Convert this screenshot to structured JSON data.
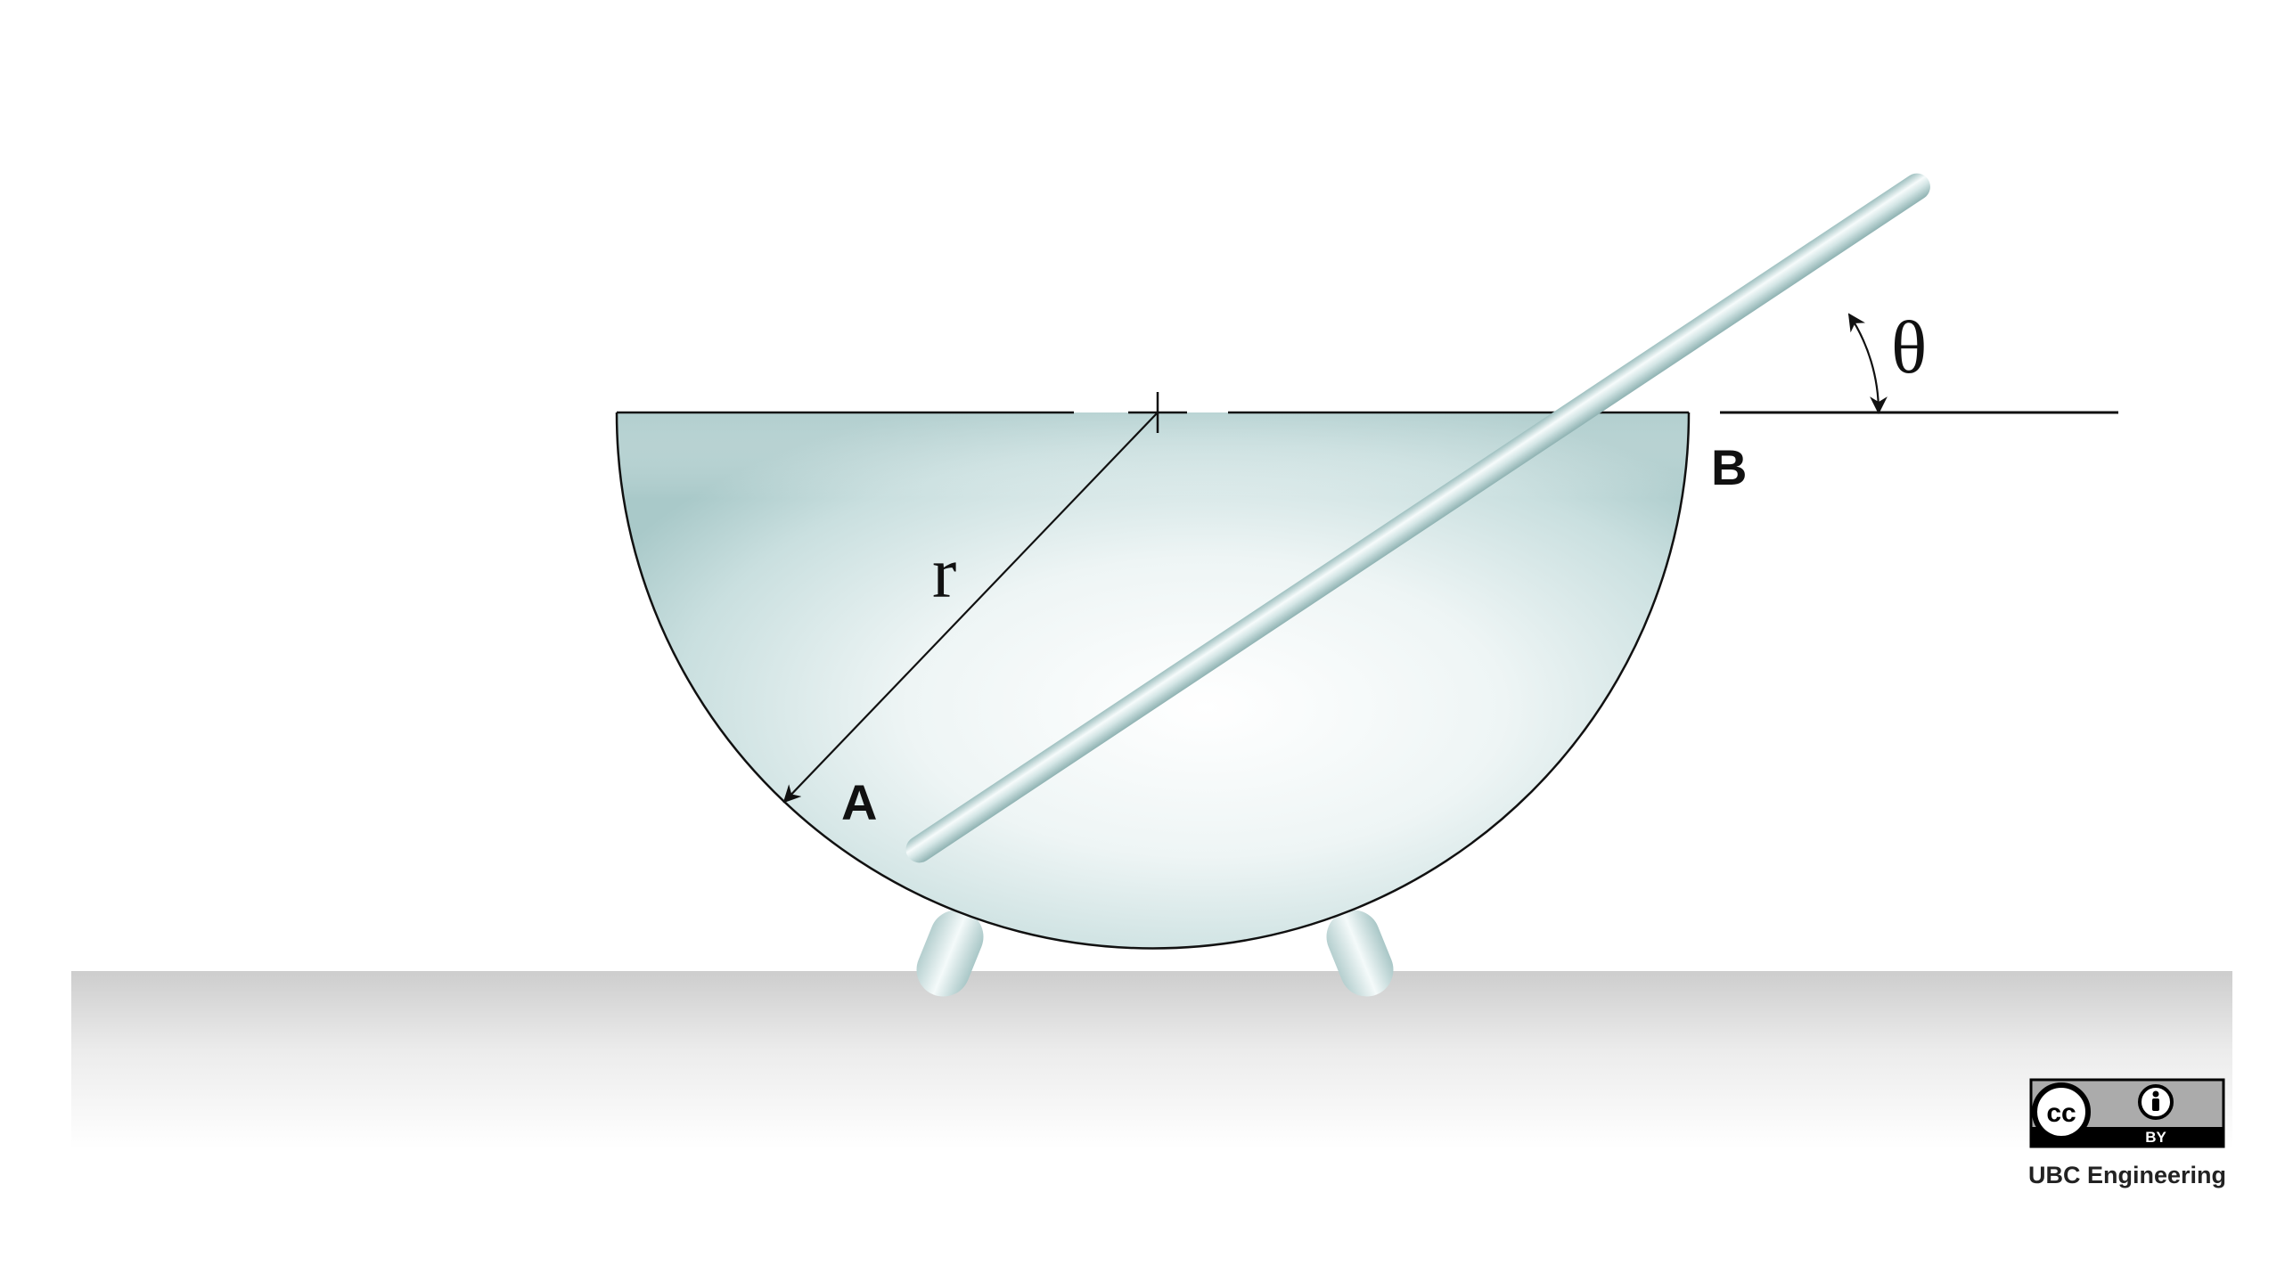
{
  "diagram": {
    "labels": {
      "point_a": "A",
      "point_b": "B",
      "radius": "r",
      "angle": "θ"
    },
    "colors": {
      "bowl_tint": "#c4dcdc",
      "rod_tint": "#b8d2d2",
      "outline": "#111111",
      "ground_top": "#cfcfcf"
    }
  },
  "license": {
    "cc_text": "cc",
    "by_text": "BY",
    "credit": "UBC Engineering"
  }
}
